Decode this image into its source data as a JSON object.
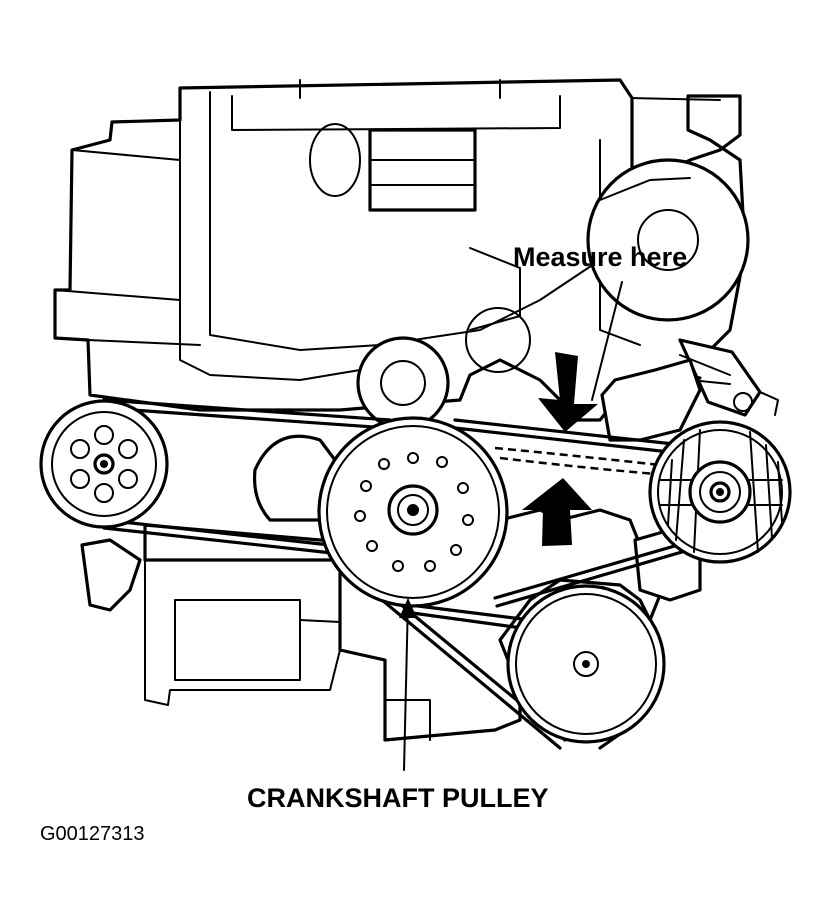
{
  "labels": {
    "measure": "Measure here",
    "pulley": "CRANKSHAFT PULLEY",
    "figure_code": "G00127313"
  },
  "colors": {
    "ink": "#000000",
    "paper": "#ffffff"
  },
  "icons": [
    "down-arrow-icon",
    "up-arrow-icon"
  ]
}
